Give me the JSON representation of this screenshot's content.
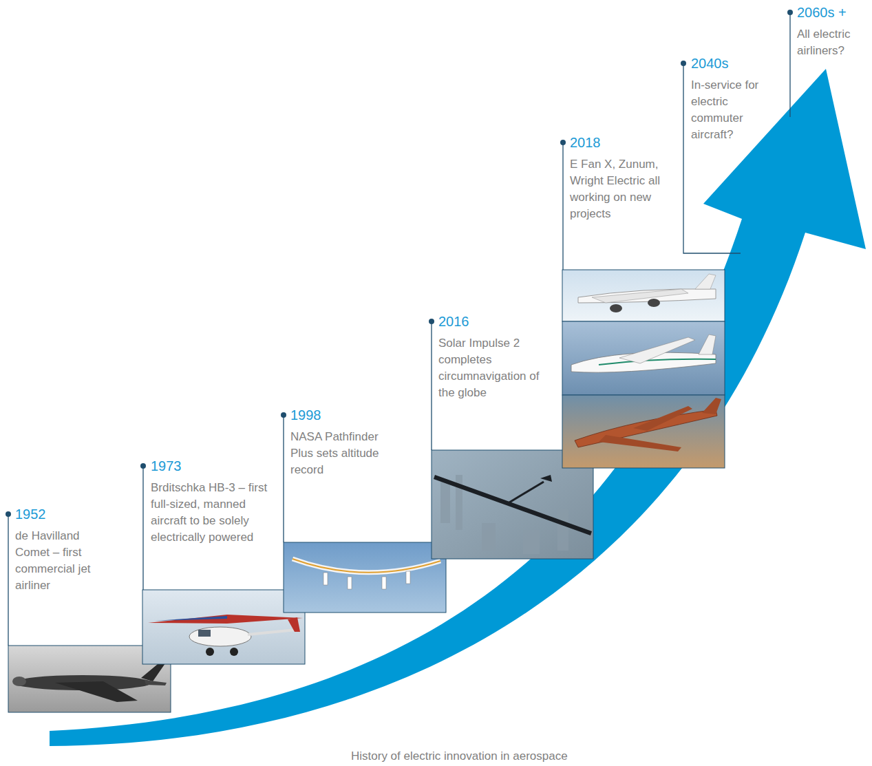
{
  "diagram": {
    "caption": "History of electric innovation in aerospace",
    "labels": [
      "1952",
      "de Havilland Comet – first commercial jet airliner",
      "1973",
      "Brditschka HB-3 – first full-sized, manned aircraft to be solely electrically powered",
      "1998",
      "NASA Pathfinder Plus sets altitude record",
      "2016",
      "Solar Impulse 2 completes circumnavigation of the globe",
      "2018",
      "E Fan X, Zunum, Wright Electric all working on new projects",
      "2040s",
      "In-service for electric commuter aircraft?",
      "2060s +",
      "All electric airliners?"
    ]
  }
}
